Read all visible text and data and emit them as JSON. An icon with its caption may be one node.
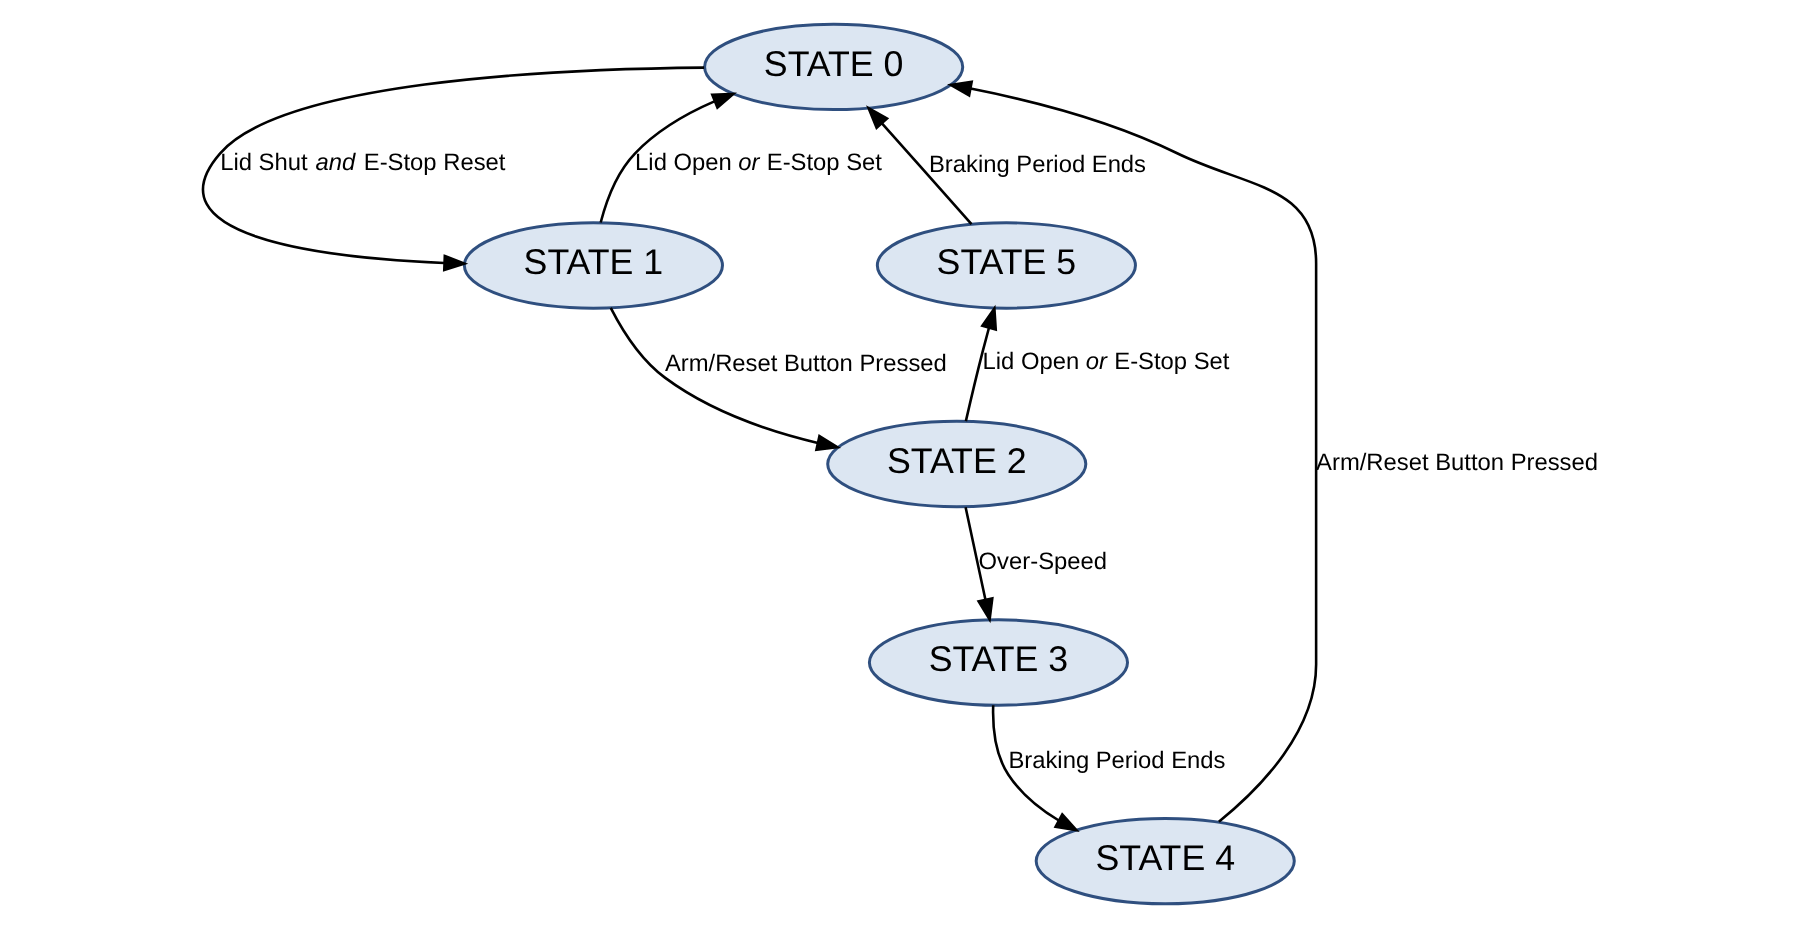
{
  "diagram": {
    "nodes": [
      {
        "text": [
          "STATE 0"
        ]
      },
      {
        "text": [
          "STATE 1"
        ]
      },
      {
        "text": [
          "STATE 2"
        ]
      },
      {
        "text": [
          "STATE 3"
        ]
      },
      {
        "text": [
          "STATE 4"
        ]
      },
      {
        "text": [
          "STATE 5"
        ]
      }
    ],
    "edges": [
      {
        "from": 0,
        "to": 1,
        "arrow": "to",
        "label": "Lid Shut *and* E-Stop Reset"
      },
      {
        "from": 1,
        "to": 0,
        "arrow": "to",
        "label": "Lid Open *or* E-Stop Set"
      },
      {
        "from": 1,
        "to": 2,
        "arrow": "to",
        "label": "Arm/Reset Button Pressed"
      },
      {
        "from": 2,
        "to": 3,
        "arrow": "to",
        "label": "Over-Speed"
      },
      {
        "from": 3,
        "to": 4,
        "arrow": "to",
        "label": "Braking Period Ends"
      },
      {
        "from": 4,
        "to": 0,
        "arrow": "to",
        "label": "Arm/Reset Button Pressed"
      },
      {
        "from": 2,
        "to": 5,
        "arrow": "to",
        "label": "Lid Open *or* E-Stop Set"
      },
      {
        "from": 5,
        "to": 0,
        "arrow": "to",
        "label": "Braking Period Ends"
      }
    ]
  }
}
